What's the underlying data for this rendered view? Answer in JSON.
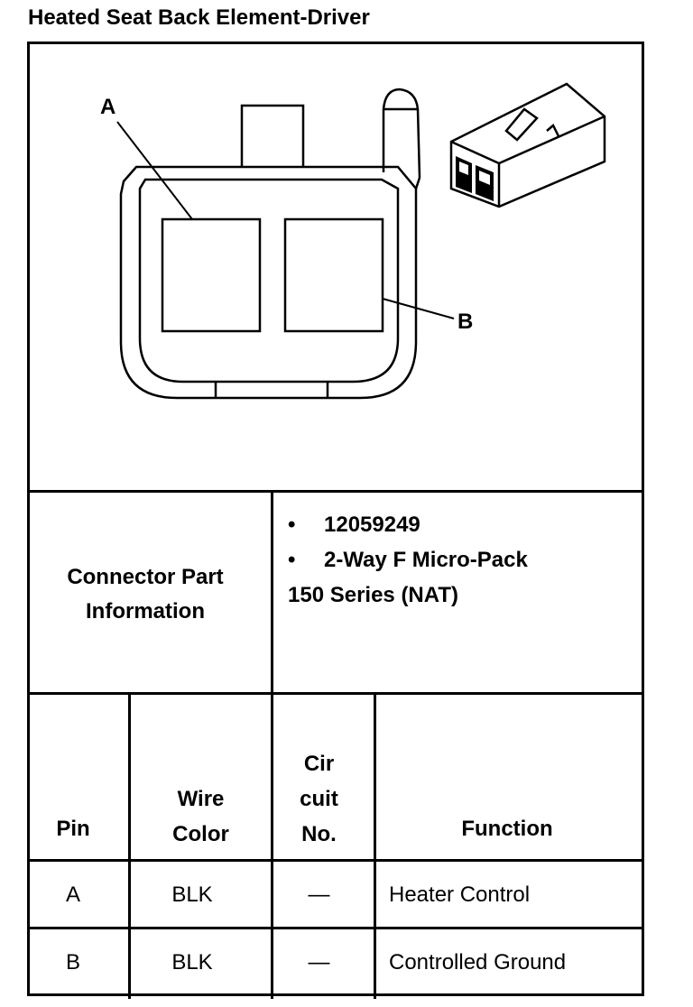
{
  "title": "Heated Seat Back Element-Driver",
  "diagram": {
    "label_a": "A",
    "label_b": "B"
  },
  "connector_info": {
    "label_line1": "Connector Part",
    "label_line2": "Information",
    "part_number": "12059249",
    "description_line1": "2-Way F Micro-Pack",
    "description_line2": "150 Series (NAT)",
    "bullet": "•"
  },
  "table": {
    "headers": {
      "pin": "Pin",
      "wire_color_line1": "Wire",
      "wire_color_line2": "Color",
      "circuit_line1": "Cir",
      "circuit_line2": "cuit",
      "circuit_line3": "No.",
      "function": "Function"
    },
    "rows": [
      {
        "pin": "A",
        "wire_color": "BLK",
        "circuit": "—",
        "function": "Heater Control"
      },
      {
        "pin": "B",
        "wire_color": "BLK",
        "circuit": "—",
        "function": "Controlled Ground"
      }
    ]
  }
}
